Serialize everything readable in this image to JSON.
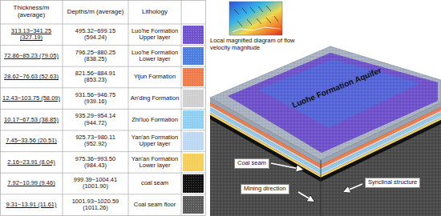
{
  "diagram": {
    "labels": [
      "Thickness/m (average)",
      "Depths/m (average)",
      "Lithology",
      "313.13~341.25 (327.19)",
      "495.32~699.15 (594.24)",
      "72.86~85.23 (79.05)",
      "796.25~880.25 (838.25)",
      "28.62~76.63 (52.63)",
      "821.56~884.91 (853.23)",
      "12.43~103.75 (58.09)",
      "931.56~946.75 (939.16)",
      "10.17~67.53 (38.85)",
      "935.29~954.14 (944.72)",
      "7.45~33.56 (20.51)",
      "925.73~980.11 (952.92)",
      "2.16~23.91 (8.04)",
      "975.36~993.50 (984.43)",
      "7.92~10.99 (9.46)",
      "999.39~1004.41 (1001.90)",
      "9.31~13.91 (11.61)",
      "1001.93~1020.59 (1011.26)",
      "Local magnified diagram of flow velocity magnitude",
      "Luohe Formation Aquifer",
      "Coal seam",
      "Mining direction",
      "Synclinal structure"
    ],
    "legend": [
      {
        "text": "Luo'he Formation Upper layer",
        "color": "#6f52cc"
      },
      {
        "text": "Luo'he Formation Lower layer",
        "color": "#4d7fe0"
      },
      {
        "text": "Yijun Formation",
        "color": "#f07b4b"
      },
      {
        "text": "An'ding Formation",
        "color": "#cfcfcf"
      },
      {
        "text": "Zhi'luo Formation",
        "color": "#8fd0f2"
      },
      {
        "text": "Yan'an Formation Upper layer",
        "color": "#bcd8f2"
      },
      {
        "text": "Yan'an Formation Lower layer",
        "color": "#f4cf5a"
      },
      {
        "text": "coal seam",
        "color": "#111111"
      },
      {
        "text": "Coal seam floor",
        "color": "#5a5a5a"
      }
    ]
  }
}
